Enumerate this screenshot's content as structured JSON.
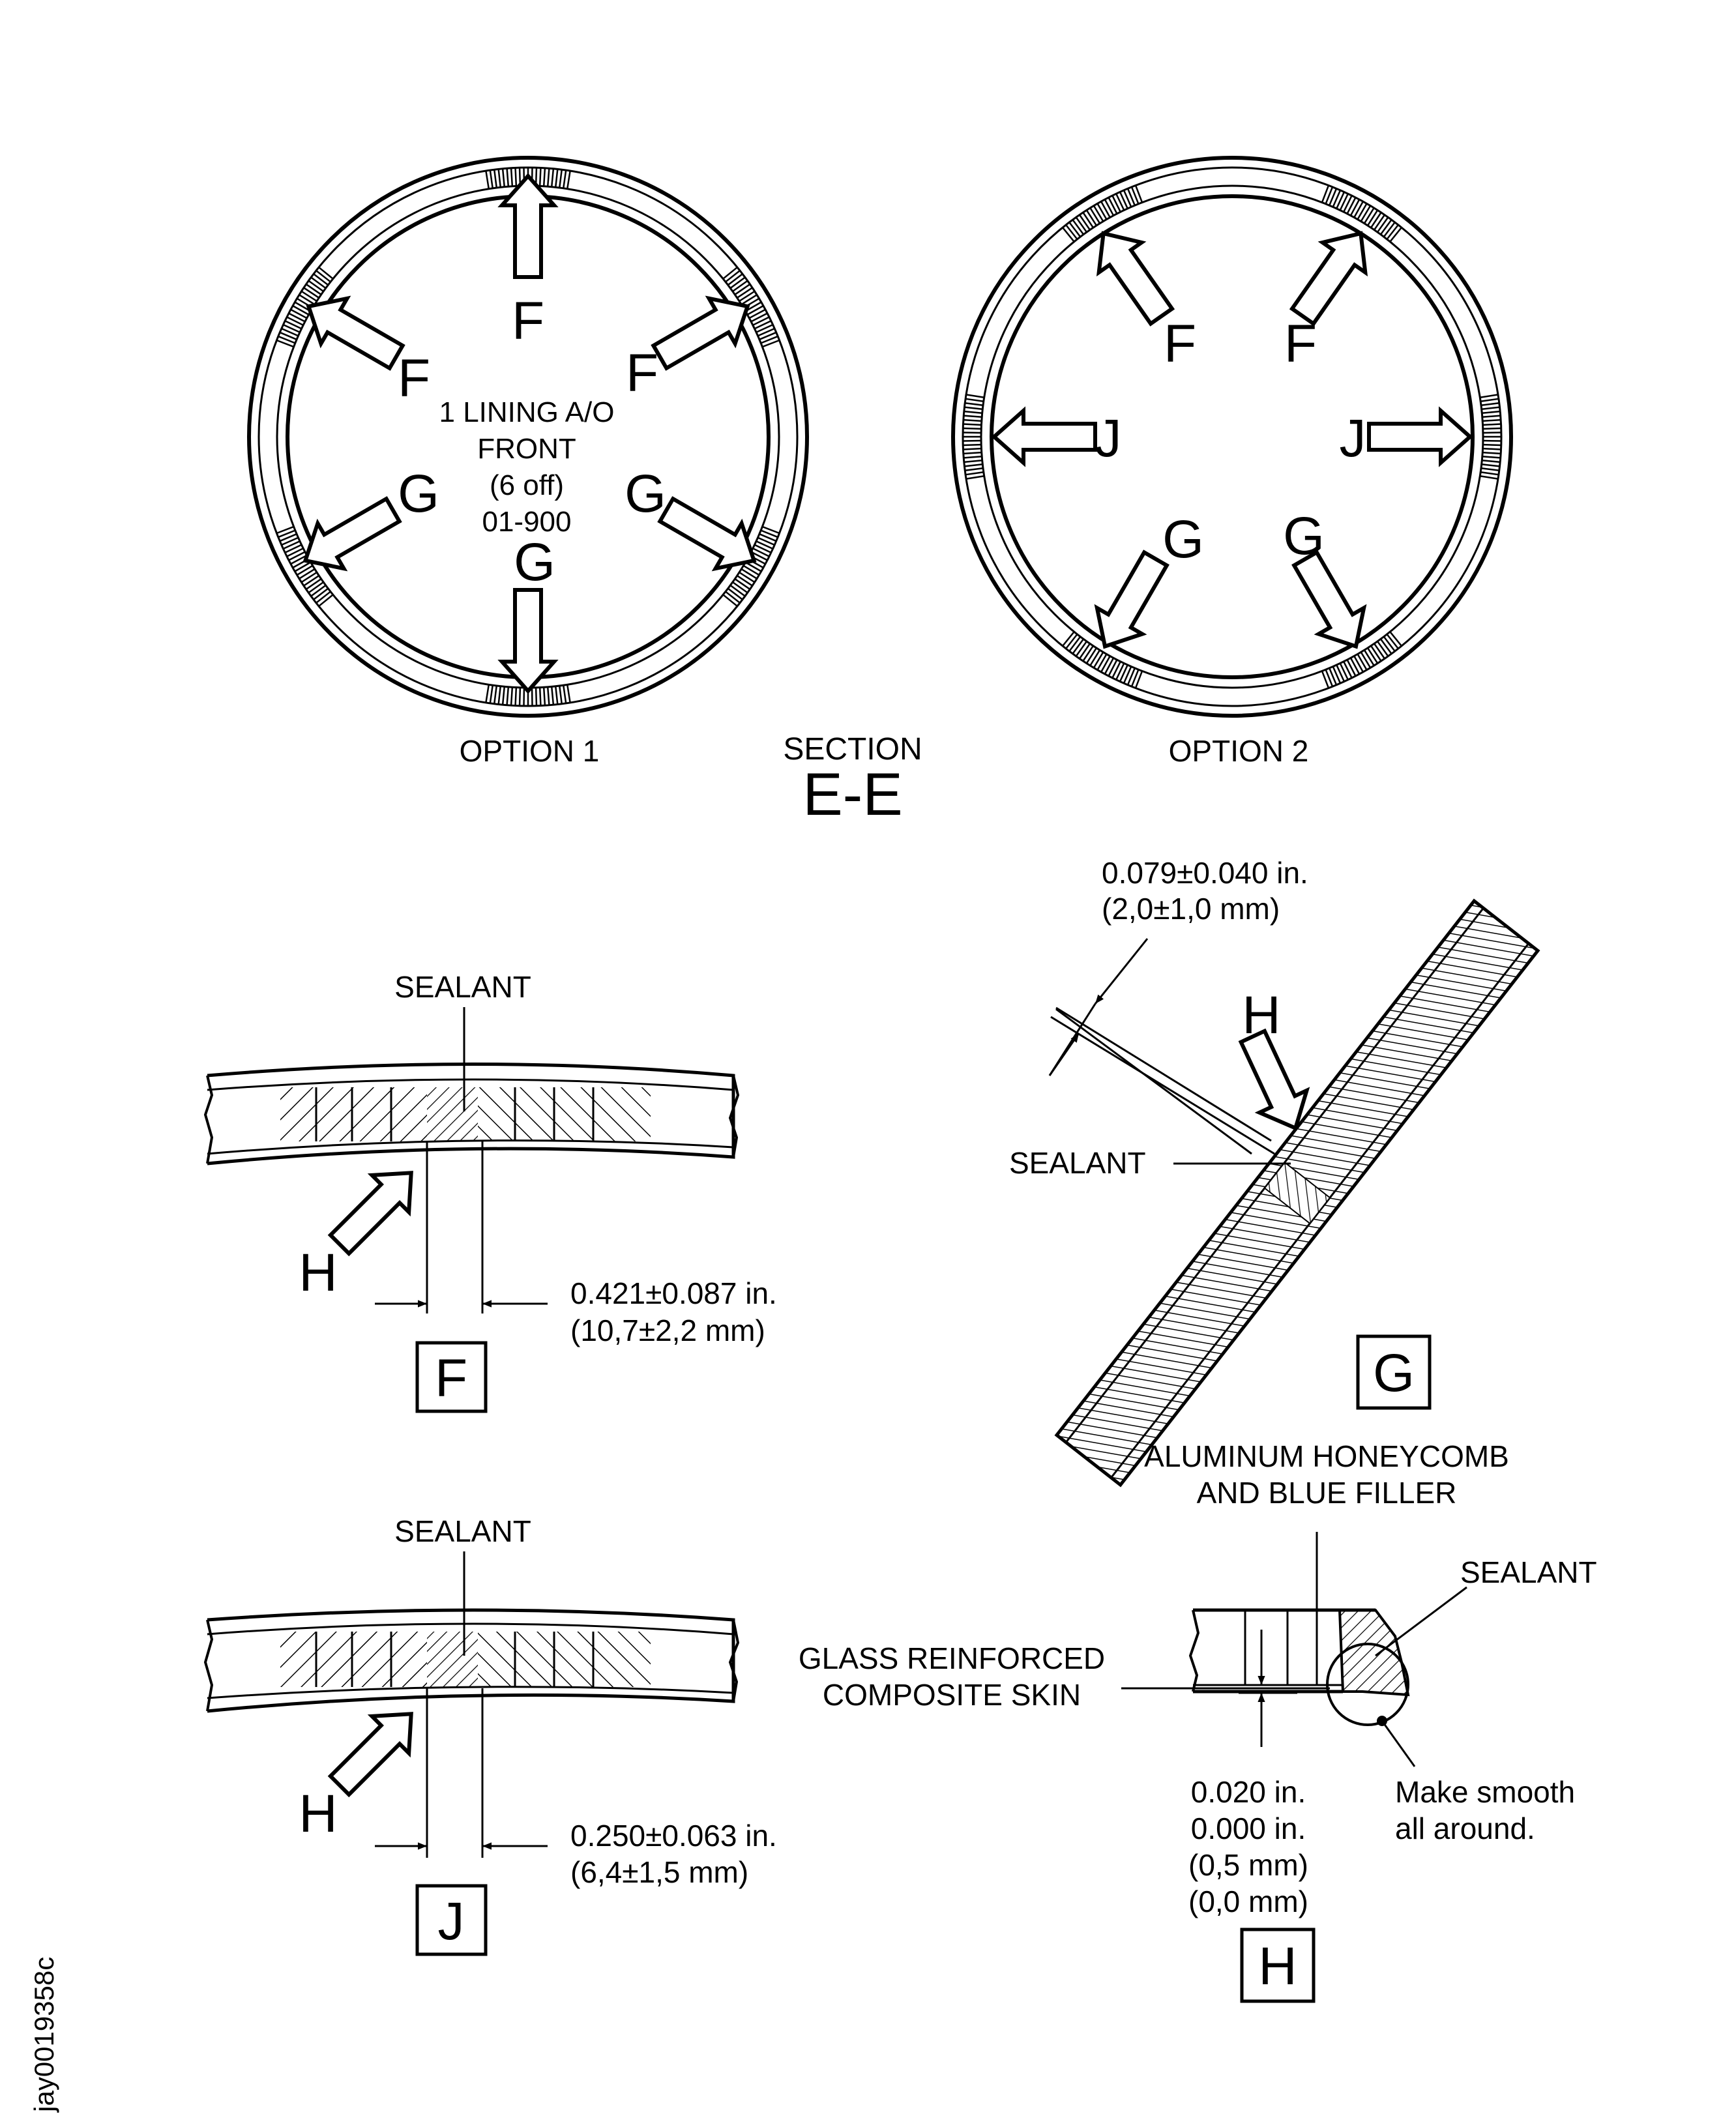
{
  "section": {
    "title": "SECTION",
    "id": "E-E",
    "option1": {
      "label": "OPTION 1",
      "center_lines": [
        "1 LINING A/O",
        "FRONT",
        "(6 off)",
        "01-900"
      ],
      "arrow_labels": [
        "F",
        "F",
        "F",
        "G",
        "G",
        "G"
      ]
    },
    "option2": {
      "label": "OPTION 2",
      "arrow_labels": [
        "F",
        "F",
        "J",
        "J",
        "G",
        "G"
      ]
    }
  },
  "detail_f": {
    "tag": "F",
    "sealant": "SEALANT",
    "view_arrow": "H",
    "dim_in": "0.421±0.087 in.",
    "dim_mm": "(10,7±2,2 mm)"
  },
  "detail_g": {
    "tag": "G",
    "sealant": "SEALANT",
    "view_arrow": "H",
    "dim_in": "0.079±0.040 in.",
    "dim_mm": "(2,0±1,0 mm)"
  },
  "detail_j": {
    "tag": "J",
    "sealant": "SEALANT",
    "view_arrow": "H",
    "dim_in": "0.250±0.063 in.",
    "dim_mm": "(6,4±1,5 mm)"
  },
  "detail_h": {
    "tag": "H",
    "honeycomb_lines": [
      "ALUMINUM HONEYCOMB",
      "AND BLUE FILLER"
    ],
    "sealant": "SEALANT",
    "skin_lines": [
      "GLASS REINFORCED",
      "COMPOSITE SKIN"
    ],
    "dim_lines": [
      "0.020 in.",
      "0.000 in.",
      "(0,5 mm)",
      "(0,0 mm)"
    ],
    "note_lines": [
      "Make smooth",
      "all around."
    ]
  },
  "figure_id": "jay0019358c"
}
